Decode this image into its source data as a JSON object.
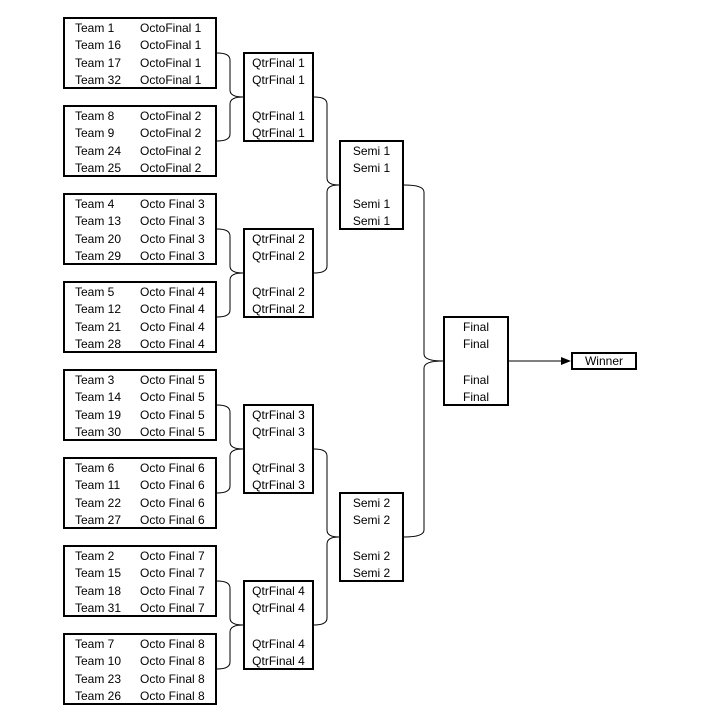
{
  "groups": [
    {
      "rows": [
        {
          "team": "Team 1",
          "match": "OctoFinal 1"
        },
        {
          "team": "Team 16",
          "match": "OctoFinal 1"
        },
        {
          "team": "Team 17",
          "match": "OctoFinal 1"
        },
        {
          "team": "Team 32",
          "match": "OctoFinal 1"
        }
      ]
    },
    {
      "rows": [
        {
          "team": "Team 8",
          "match": "OctoFinal 2"
        },
        {
          "team": "Team 9",
          "match": "OctoFinal 2"
        },
        {
          "team": "Team 24",
          "match": "OctoFinal 2"
        },
        {
          "team": "Team 25",
          "match": "OctoFinal 2"
        }
      ]
    },
    {
      "rows": [
        {
          "team": "Team 4",
          "match": "Octo Final 3"
        },
        {
          "team": "Team 13",
          "match": "Octo Final 3"
        },
        {
          "team": "Team 20",
          "match": "Octo Final 3"
        },
        {
          "team": "Team 29",
          "match": "Octo Final 3"
        }
      ]
    },
    {
      "rows": [
        {
          "team": "Team 5",
          "match": "Octo Final 4"
        },
        {
          "team": "Team 12",
          "match": "Octo Final 4"
        },
        {
          "team": "Team 21",
          "match": "Octo Final 4"
        },
        {
          "team": "Team 28",
          "match": "Octo Final 4"
        }
      ]
    },
    {
      "rows": [
        {
          "team": "Team 3",
          "match": "Octo Final 5"
        },
        {
          "team": "Team 14",
          "match": "Octo Final 5"
        },
        {
          "team": "Team 19",
          "match": "Octo Final 5"
        },
        {
          "team": "Team 30",
          "match": "Octo Final 5"
        }
      ]
    },
    {
      "rows": [
        {
          "team": "Team 6",
          "match": "Octo Final 6"
        },
        {
          "team": "Team 11",
          "match": "Octo Final 6"
        },
        {
          "team": "Team 22",
          "match": "Octo Final 6"
        },
        {
          "team": "Team 27",
          "match": "Octo Final 6"
        }
      ]
    },
    {
      "rows": [
        {
          "team": "Team 2",
          "match": "Octo Final 7"
        },
        {
          "team": "Team 15",
          "match": "Octo Final 7"
        },
        {
          "team": "Team 18",
          "match": "Octo Final 7"
        },
        {
          "team": "Team 31",
          "match": "Octo Final 7"
        }
      ]
    },
    {
      "rows": [
        {
          "team": "Team 7",
          "match": "Octo Final 8"
        },
        {
          "team": "Team 10",
          "match": "Octo Final 8"
        },
        {
          "team": "Team 23",
          "match": "Octo Final 8"
        },
        {
          "team": "Team 26",
          "match": "Octo Final 8"
        }
      ]
    }
  ],
  "quarterfinals": [
    {
      "lines": [
        "QtrFinal 1",
        "QtrFinal 1",
        "QtrFinal 1",
        "QtrFinal 1"
      ]
    },
    {
      "lines": [
        "QtrFinal 2",
        "QtrFinal 2",
        "QtrFinal 2",
        "QtrFinal 2"
      ]
    },
    {
      "lines": [
        "QtrFinal 3",
        "QtrFinal 3",
        "QtrFinal 3",
        "QtrFinal 3"
      ]
    },
    {
      "lines": [
        "QtrFinal 4",
        "QtrFinal 4",
        "QtrFinal 4",
        "QtrFinal 4"
      ]
    }
  ],
  "semifinals": [
    {
      "lines": [
        "Semi 1",
        "Semi 1",
        "Semi 1",
        "Semi 1"
      ]
    },
    {
      "lines": [
        "Semi 2",
        "Semi 2",
        "Semi 2",
        "Semi 2"
      ]
    }
  ],
  "final": {
    "lines": [
      "Final",
      "Final",
      "Final",
      "Final"
    ]
  },
  "winner": {
    "label": "Winner"
  }
}
